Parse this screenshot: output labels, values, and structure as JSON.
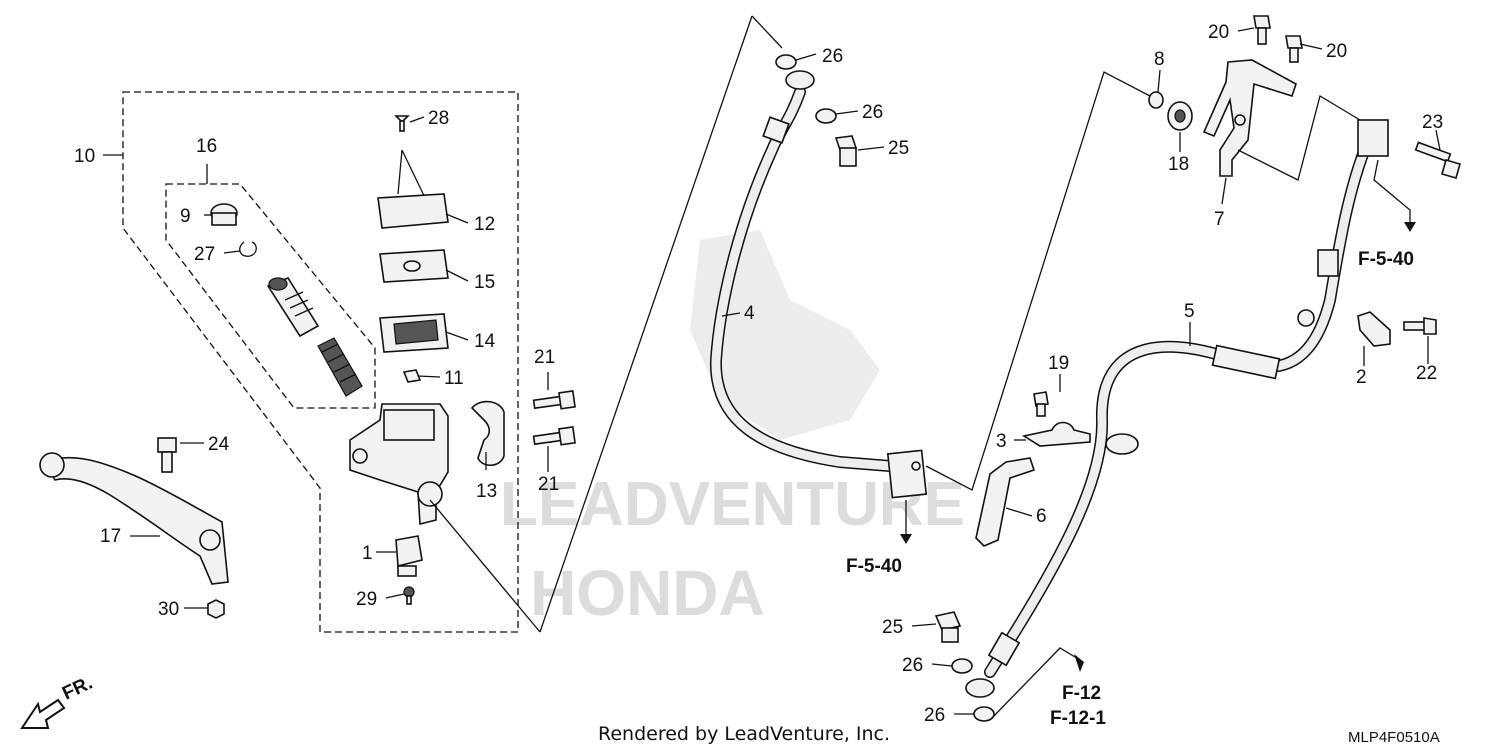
{
  "diagram": {
    "watermark": {
      "brand": "HONDA",
      "dealer": "LEADVENTURE"
    },
    "callouts": {
      "c1": "1",
      "c2": "2",
      "c3": "3",
      "c4": "4",
      "c5": "5",
      "c6": "6",
      "c7": "7",
      "c8": "8",
      "c9": "9",
      "c10": "10",
      "c11": "11",
      "c12": "12",
      "c13": "13",
      "c14": "14",
      "c15": "15",
      "c16": "16",
      "c17": "17",
      "c18": "18",
      "c19": "19",
      "c20a": "20",
      "c20b": "20",
      "c21a": "21",
      "c21b": "21",
      "c22": "22",
      "c23": "23",
      "c24": "24",
      "c25a": "25",
      "c25b": "25",
      "c26a": "26",
      "c26b": "26",
      "c26c": "26",
      "c26d": "26",
      "c27": "27",
      "c28": "28",
      "c29": "29",
      "c30": "30"
    },
    "refs": {
      "r1": "F-5-40",
      "r2": "F-5-40",
      "r3": "F-12",
      "r4": "F-12-1"
    },
    "direction_label": "FR.",
    "footer": "Rendered by LeadVenture, Inc.",
    "diagram_code": "MLP4F0510A",
    "colors": {
      "line": "#111111",
      "watermark": "#dcdcdc",
      "part_fill": "#f2f2f2"
    }
  }
}
